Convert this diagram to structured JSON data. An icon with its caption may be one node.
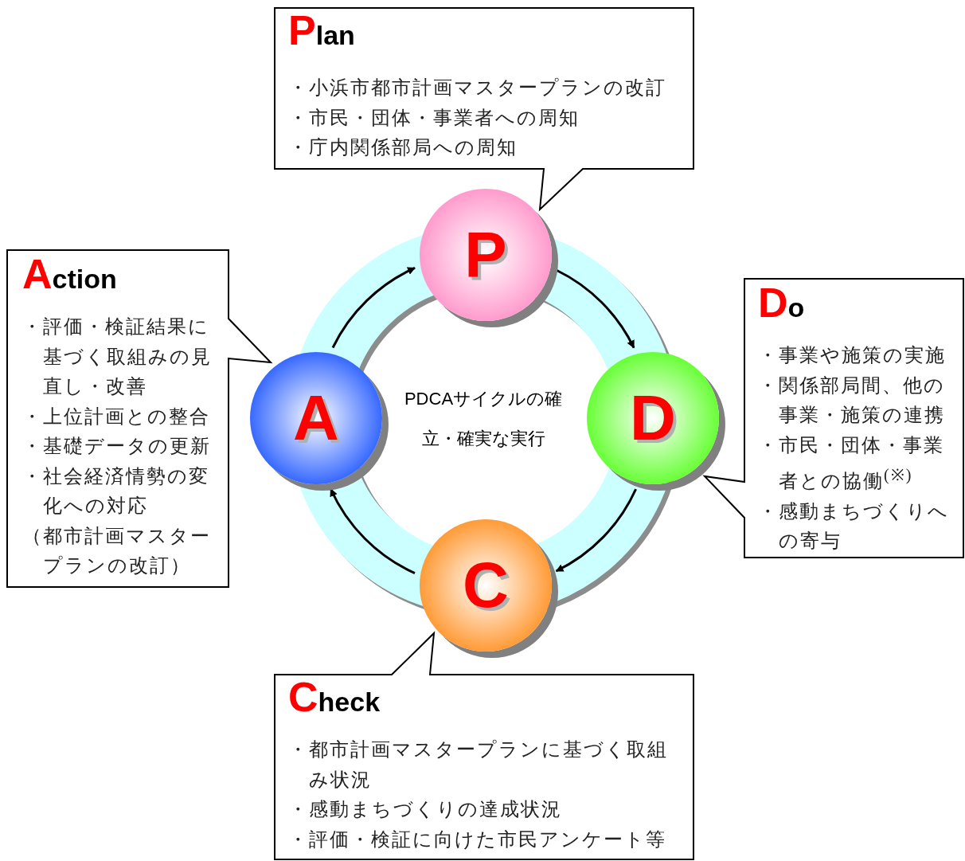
{
  "diagram": {
    "nodes": [
      {
        "text": [
          "Plan",
          "・小浜市都市計画マスタープランの改訂",
          "・市民・団体・事業者への周知",
          "・庁内関係部局への周知"
        ]
      },
      {
        "text": [
          "Action",
          "・評価・検証結果に基づく取組みの見直し・改善",
          "・上位計画との整合",
          "・基礎データの更新",
          "・社会経済情勢の変化への対応",
          "（都市計画マスタープランの改訂）"
        ]
      },
      {
        "text": [
          "P"
        ]
      },
      {
        "text": [
          "Do",
          "・事業や施策の実施",
          "・関係部局間、他の事業・施策の連携",
          "・市民・団体・事業者との協働$^{(※)}$",
          "・感動まちづくりへの寄与"
        ]
      },
      {
        "text": [
          "A"
        ]
      },
      {
        "text": [
          "D"
        ]
      },
      {
        "text": [
          "C"
        ]
      },
      {
        "text": [
          "Check",
          "・都市計画マスタープランに基づく取組み状況",
          "・感動まちづくりの達成状況",
          "・評価・検証に向けた市民アンケート等"
        ]
      }
    ],
    "edges": [
      {
        "from": 2,
        "to": 5,
        "arrow": "to"
      },
      {
        "from": 5,
        "to": 6,
        "arrow": "to"
      },
      {
        "from": 6,
        "to": 4,
        "arrow": "to"
      },
      {
        "from": 4,
        "to": 2,
        "arrow": "to"
      }
    ],
    "labels": [
      "PDCAサイクルの確立・確実な実行"
    ]
  }
}
